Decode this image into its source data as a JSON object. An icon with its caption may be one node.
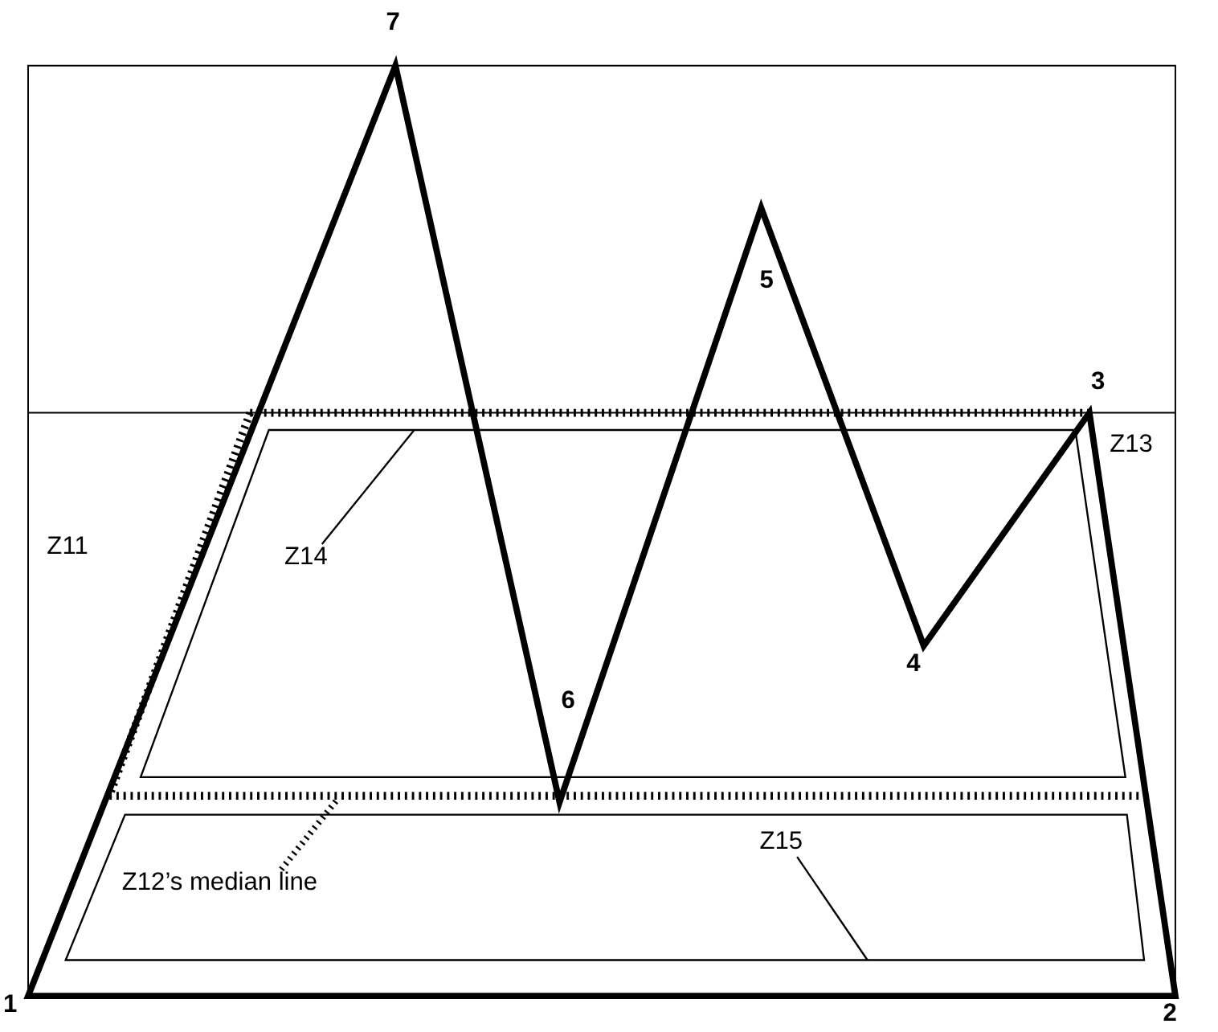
{
  "diagram": {
    "nodes": [
      {
        "text": [],
        "shape": "box"
      },
      {
        "text": [
          "Z14"
        ],
        "in": 0
      },
      {
        "text": [],
        "shape": "box"
      },
      {
        "text": [
          "Z15"
        ],
        "in": 2
      },
      {
        "text": [
          "Z12’s median line"
        ],
        "in": 2
      },
      {
        "text": [],
        "shape": "line"
      }
    ],
    "edges": [
      {
        "from": 1,
        "to": 0,
        "arrow": "none"
      },
      {
        "from": 3,
        "to": 2,
        "arrow": "none"
      },
      {
        "from": 4,
        "to": 5,
        "arrow": "none",
        "style": "dashed"
      }
    ],
    "labels": [
      "7",
      "5",
      "3",
      "Z13",
      "Z11",
      "4",
      "6",
      "1",
      "2"
    ]
  }
}
